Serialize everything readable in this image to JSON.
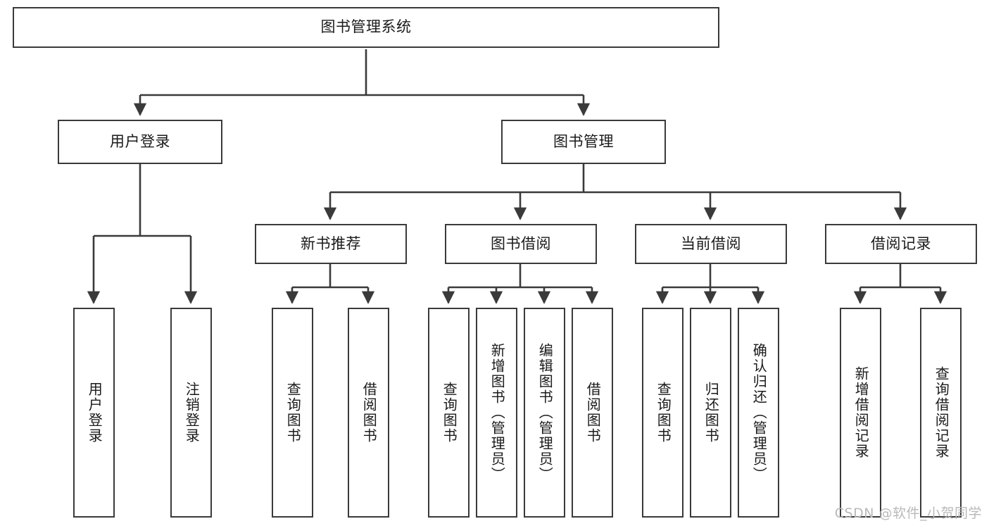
{
  "diagram": {
    "title": "图书管理系统",
    "type": "tree-hierarchy-chart",
    "watermark": "CSDN @软件_小贺同学",
    "colors": {
      "box_border": "#3a3a3a",
      "box_fill": "#ffffff",
      "connector": "#3a3a3a",
      "text": "#1a1a1a",
      "watermark": "#b9b9b9",
      "background": "#ffffff"
    }
  },
  "nodes": {
    "root": {
      "label": "图书管理系统"
    },
    "level2": [
      {
        "label": "用户登录"
      },
      {
        "label": "图书管理"
      }
    ],
    "level3": [
      {
        "label": "新书推荐"
      },
      {
        "label": "图书借阅"
      },
      {
        "label": "当前借阅"
      },
      {
        "label": "借阅记录"
      }
    ],
    "leaves_user_login": [
      {
        "label": "用户登录"
      },
      {
        "label": "注销登录"
      }
    ],
    "leaves_new_book": [
      {
        "label": "查询图书"
      },
      {
        "label": "借阅图书"
      }
    ],
    "leaves_borrow": [
      {
        "label": "查询图书"
      },
      {
        "label": "新增图书（管理员）"
      },
      {
        "label": "编辑图书（管理员）"
      },
      {
        "label": "借阅图书"
      }
    ],
    "leaves_current": [
      {
        "label": "查询图书"
      },
      {
        "label": "归还图书"
      },
      {
        "label": "确认归还（管理员）"
      }
    ],
    "leaves_records": [
      {
        "label": "新增借阅记录"
      },
      {
        "label": "查询借阅记录"
      }
    ]
  }
}
